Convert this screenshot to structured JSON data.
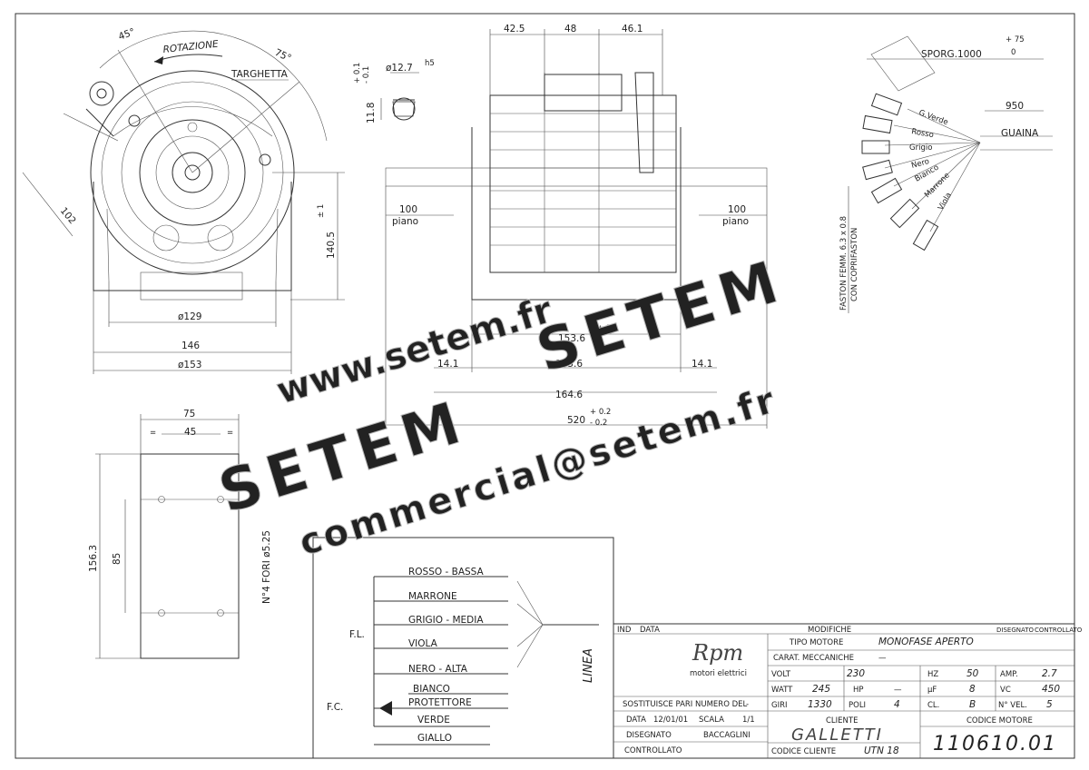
{
  "motor_front": {
    "rotation": "ROTAZIONE",
    "plate": "TARGHETTA",
    "angle_left": "45°",
    "angle_right": "75°",
    "dim_102": "102",
    "dim_129": "ø129",
    "dim_146": "146",
    "dim_153": "ø153",
    "dim_140": "140.5",
    "dim_140_tol": "± 1"
  },
  "shaft_detail": {
    "diameter": "ø12.7",
    "fit": "h5",
    "height": "11.8",
    "tol_top": "+ 0.1",
    "tol_bottom": "- 0.1"
  },
  "motor_side": {
    "dim_42": "42.5",
    "dim_48": "48",
    "dim_46": "46.1",
    "flat_left": "100",
    "flat_right": "100",
    "flat_label_left": "piano",
    "flat_label_right": "piano",
    "dim_153_6": "153.6",
    "dim_135_6": "135.6",
    "dim_164_6": "164.6",
    "dim_14_left": "14.1",
    "dim_14_right": "14.1",
    "dim_520": "520",
    "dim_520_tol_top": "+ 0.2",
    "dim_520_tol_bottom": "- 0.2",
    "tol_pm1": "± 1"
  },
  "bracket": {
    "dim_75": "75",
    "dim_45": "45",
    "dim_156": "156.3",
    "dim_85": "85",
    "holes": "N°4 FORI ø5.25",
    "eq": "="
  },
  "cables": {
    "length": "SPORG.1000",
    "length_tol_top": "+ 75",
    "length_tol_bottom": "0",
    "sheath_length": "950",
    "sheath": "GUAINA",
    "colors": [
      "G.Verde",
      "Rosso",
      "Grigio",
      "Nero",
      "Bianco",
      "Marrone",
      "Viola"
    ],
    "faston": "FASTON FEMM. 6.3 x 0.8",
    "faston_cover": "CON COPRIFASTON"
  },
  "wiring": {
    "wires": [
      "ROSSO - BASSA",
      "MARRONE",
      "GRIGIO - MEDIA",
      "VIOLA",
      "NERO - ALTA",
      "BIANCO",
      "PROTETTORE",
      "VERDE",
      "GIALLO"
    ],
    "fl": "F.L.",
    "fc": "F.C.",
    "line": "LINEA"
  },
  "title_block": {
    "head_ind": "IND",
    "head_data": "DATA",
    "head_modifiche": "MODIFICHE",
    "head_disegnato": "DISEGNATO",
    "head_controllato": "CONTROLLATO",
    "logo": "Rpm",
    "logo_sub": "motori elettrici",
    "sostituisce": "SOSTITUISCE PARI NUMERO DEL",
    "sostituisce_val": "-",
    "data_label": "DATA",
    "data_val": "12/01/01",
    "scala_label": "SCALA",
    "scala_val": "1/1",
    "disegnato_label": "DISEGNATO",
    "disegnato_val": "BACCAGLINI",
    "controllato_label": "CONTROLLATO",
    "tipo_label": "TIPO MOTORE",
    "tipo_val": "MONOFASE APERTO",
    "carat_label": "CARAT. MECCANICHE",
    "carat_val": "—",
    "volt_label": "VOLT",
    "volt_val": "230",
    "hz_label": "HZ",
    "hz_val": "50",
    "amp_label": "AMP.",
    "amp_val": "2.7",
    "watt_label": "WATT",
    "watt_val": "245",
    "hp_label": "HP",
    "hp_val": "—",
    "uf_label": "µF",
    "uf_val": "8",
    "vc_label": "VC",
    "vc_val": "450",
    "giri_label": "GIRI",
    "giri_val": "1330",
    "poli_label": "POLI",
    "poli_val": "4",
    "cl_label": "CL.",
    "cl_val": "B",
    "vel_label": "N° VEL.",
    "vel_val": "5",
    "cliente_label": "CLIENTE",
    "cliente_val": "GALLETTI",
    "codcliente_label": "CODICE CLIENTE",
    "codcliente_val": "UTN 18",
    "codmotore_label": "CODICE MOTORE",
    "codmotore_val": "110610.01"
  },
  "watermark": {
    "url": "www.setem.fr",
    "brand1": "SETEM",
    "brand2": "SETEM",
    "email": "commercial@setem.fr"
  }
}
